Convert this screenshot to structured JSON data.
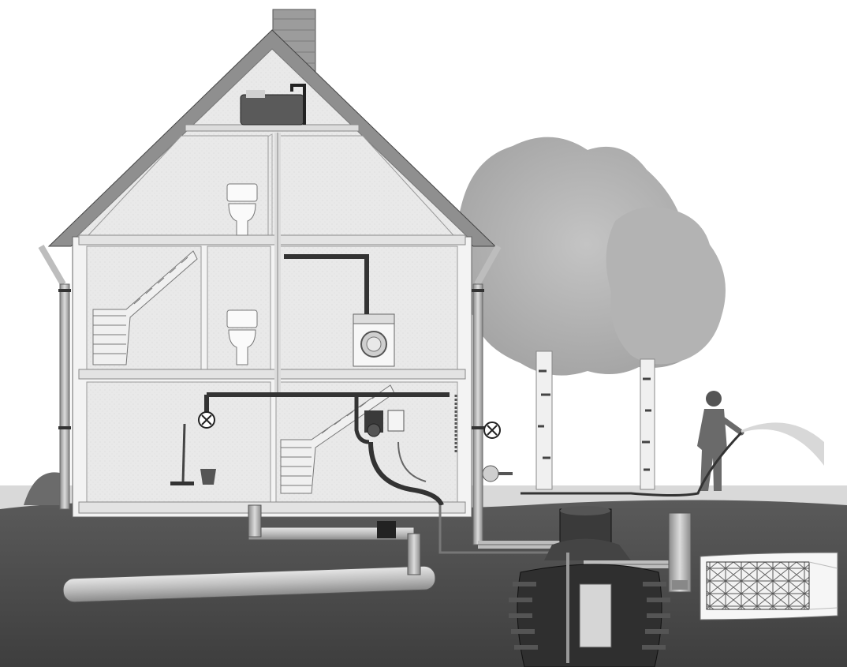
{
  "diagram": {
    "kind": "rainwater-harvesting-cutaway",
    "style": "grayscale-illustration",
    "colors": {
      "background": "#ffffff",
      "wall": "#e9e9e9",
      "roof": "#8f8f8f",
      "pipe_dark": "#3a3a3a",
      "pipe_light": "#c8c8c8",
      "soil": "#4a4a4a",
      "foliage": "#bdbdbd"
    },
    "elements": [
      "chimney",
      "roof",
      "attic-tank",
      "upstairs-toilet",
      "middle-toilet",
      "washing-machine",
      "staircase-upper",
      "staircase-lower",
      "mop",
      "bucket",
      "valve-kitchen",
      "pump-unit",
      "control-panel",
      "gutter-downpipe-left",
      "gutter-downpipe-right",
      "underground-tank",
      "filter-shaft",
      "infiltration-crate",
      "sewer-pipe",
      "garden-tap",
      "trees",
      "person-watering"
    ],
    "labels": []
  }
}
